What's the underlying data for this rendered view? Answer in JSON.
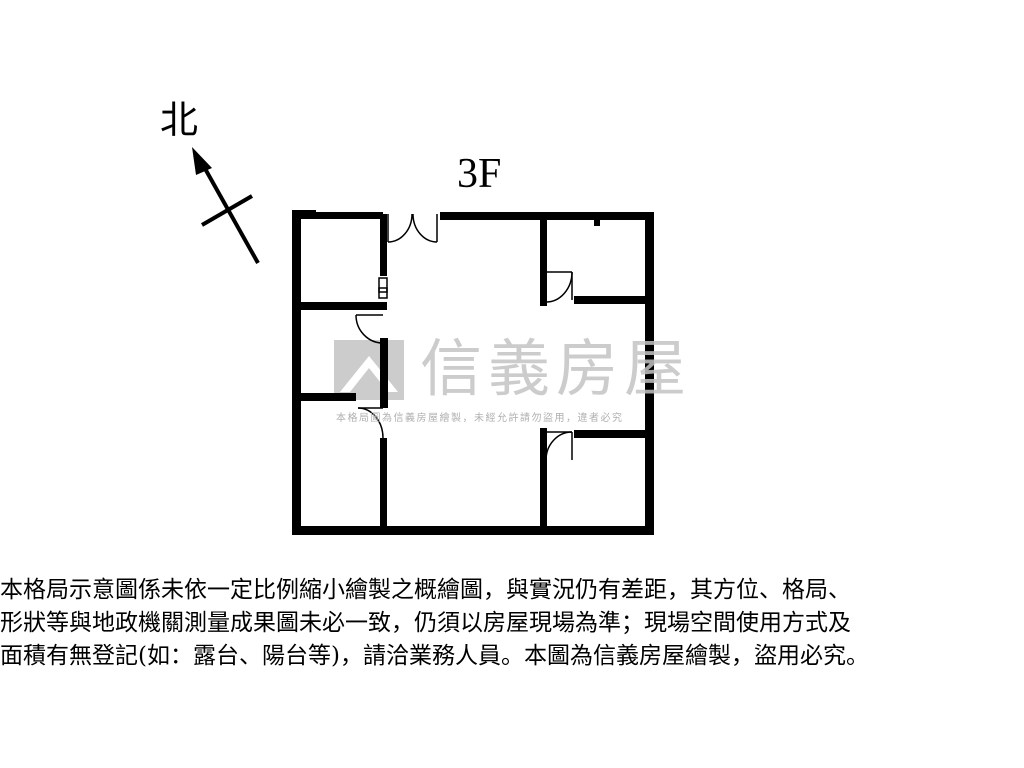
{
  "compass": {
    "north_label": "北"
  },
  "floor_plan": {
    "floor_label": "3F"
  },
  "watermark": {
    "brand": "信義房屋",
    "note": "本格局圖為信義房屋繪製，未經允許請勿盜用，違者必究",
    "color": "#c4c4c4"
  },
  "disclaimer": {
    "lines": [
      "本格局示意圖係未依一定比例縮小繪製之概繪圖，與實況仍有差距，其方位、格局、",
      "形狀等與地政機關測量成果圖未必一致，仍須以房屋現場為準；現場空間使用方式及",
      "面積有無登記(如：露台、陽台等)，請洽業務人員。本圖為信義房屋繪製，盜用必究。"
    ]
  },
  "colors": {
    "wall": "#000000",
    "background": "#ffffff"
  }
}
